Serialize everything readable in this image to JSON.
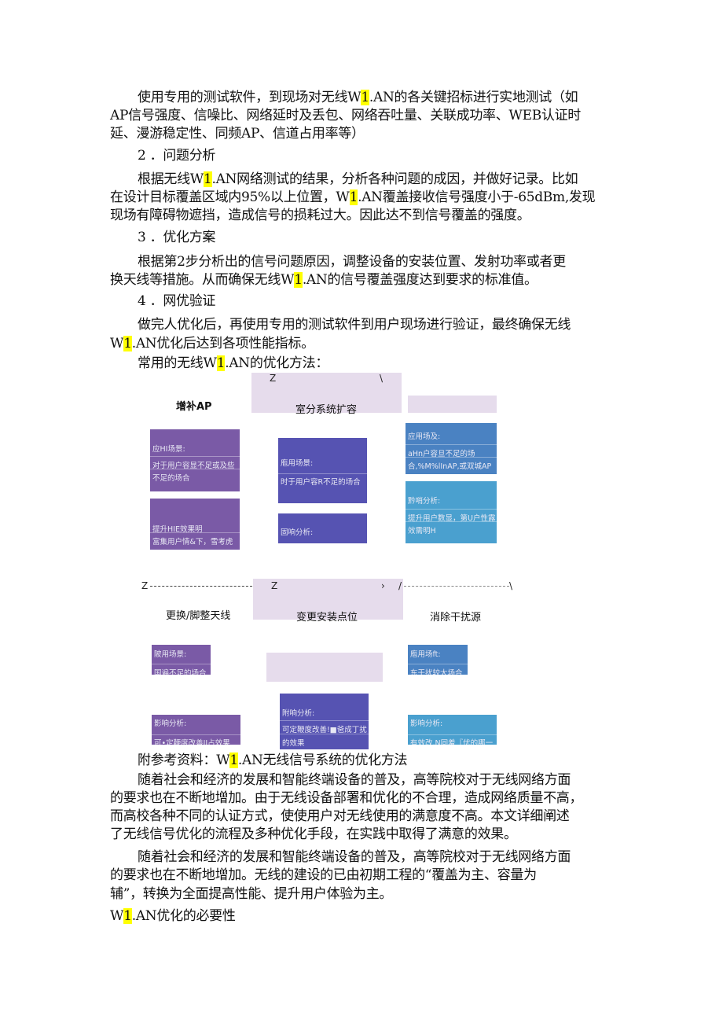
{
  "lines": [
    "使用专用的测试软件，到现场对无线W1.AN的各关键招标进行实地测试（如",
    "AP信号强度、信噪比、网络延时及丢包、网络吞吐量、关联成功率、WEB认证时",
    "延、漫游稳定性、同频AP、信道占用率等）",
    "2 ．问题分析",
    "根据无线W1.AN网络测试的结果，分析各种问题的成因，并做好记录。比如",
    "在设计目标覆盖区域内95%以上位置，W1.AN覆盖接收信号强度小于-65dBm,发现",
    "现场有障碍物遮挡，造成信号的损耗过大。因此达不到信号覆盖的强度。",
    "3 ．优化方案",
    "根据第2步分析出的信号问题原因，调整设备的安装位置、发射功率或者更",
    "换天线等措施。从而确保无线W1.AN的信号覆盖强度达到要求的标准值。",
    "4 ．网优验证",
    "做完人优化后，再使用专用的测试软件到用户现场进行验证，最终确保无线",
    "W1.AN优化后达到各项性能指标。",
    "常用的无线W1.AN的优化方法：",
    "附参考资料：W1.AN无线信号系统的优化方法",
    "随着社会和经济的发展和智能终端设备的普及，高等院校对于无线网络方面",
    "的要求也在不断地增加。由于无线设备部署和优化的不合理，造成网络质量不高，",
    "而高校各种不同的认证方式，使使用户对无线使用的满意度不高。本文详细阐述",
    "了无线信号优化的流程及多种优化手段，在实践中取得了满意的效果。",
    "随着社会和经济的发展和智能终端设备的普及，高等院校对于无线网络方面",
    "的要求也在不断地增加。无线的建设的已由初期工程的“覆盖为主、容量为",
    "辅”，转换为全面提高性能、提升用户体验为主。",
    "W1.AN优化的必要性"
  ],
  "diagram": {
    "marks": {
      "z": "Z",
      "bs": "\\",
      "gt": "›",
      "sl": "/"
    },
    "methods": [
      "增补AP",
      "室分系统扩容",
      "更换/脚整天线",
      "变更安装点位",
      "消除干扰源"
    ],
    "boxes": {
      "a1": [
        "应HI场景:",
        "对于用户容显不足或及些",
        "不足的场合"
      ],
      "a2": [
        "提升HIE效果明",
        "富集用户情&下，雪考虎"
      ],
      "b1": [
        "庖用场景:",
        "时于用户容R不足的场合"
      ],
      "b2": [
        "固响分析:"
      ],
      "c1": [
        "应用场及:",
        "aHn户容旦不足的场",
        "合,%M%lInAP,或双城AP"
      ],
      "c2": [
        "黔哨分析:",
        "提升用户数显，第U户性露",
        "效需明H"
      ],
      "d1": [
        "陂用场景:",
        "国遍不足的场合"
      ],
      "d2": [
        "影响分析:",
        "可•定鞭度改善II占效果"
      ],
      "e2": [
        "附响分析:",
        "可定鞭度改善!■爸成丁扰",
        "的效果"
      ],
      "f1": [
        "庖用场ft:",
        "东干扰较大场合"
      ],
      "f2": [
        "影响分析:",
        "有效改,N同羞『优的哪一"
      ]
    },
    "colors": {
      "purple": "#7a5aa6",
      "indigo": "#5653b2",
      "blue": "#4a82c2",
      "light_blue": "#4aa0cf",
      "lavender": "#e6dcec",
      "highlight": "#ffff00"
    }
  }
}
